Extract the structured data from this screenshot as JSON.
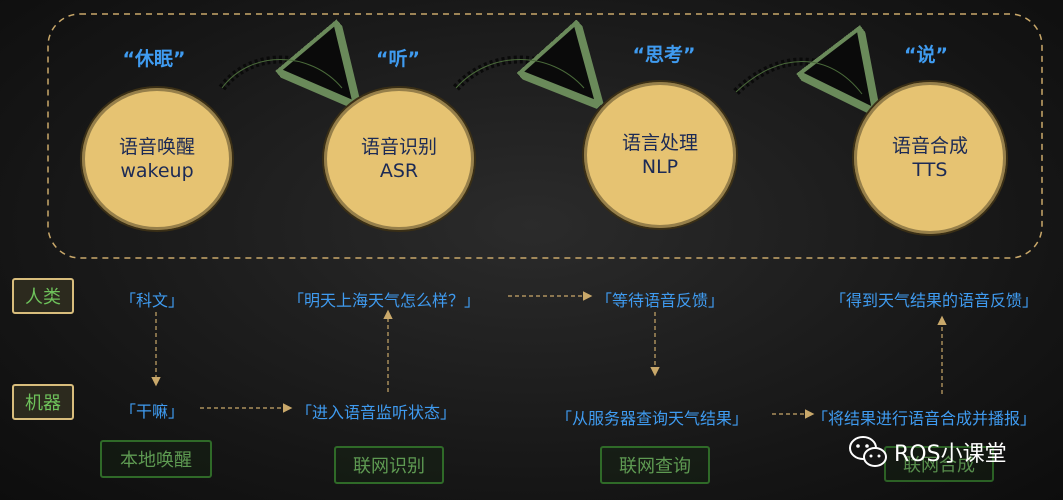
{
  "stages": [
    {
      "quote": "“休眠”",
      "name": "语音唤醒",
      "sub": "wakeup"
    },
    {
      "quote": "“听”",
      "name": "语音识别",
      "sub": "ASR"
    },
    {
      "quote": "“思考”",
      "name": "语言处理",
      "sub": "NLP"
    },
    {
      "quote": "“说”",
      "name": "语音合成",
      "sub": "TTS"
    }
  ],
  "rows": {
    "human": "人类",
    "machine": "机器"
  },
  "human_steps": [
    "「科文」",
    "「明天上海天气怎么样？」",
    "「等待语音反馈」",
    "「得到天气结果的语音反馈」"
  ],
  "machine_steps": [
    "「干嘛」",
    "「进入语音监听状态」",
    "「从服务器查询天气结果」",
    "「将结果进行语音合成并播报」"
  ],
  "modes": [
    "本地唤醒",
    "联网识别",
    "联网查询",
    "联网合成"
  ],
  "watermark": "ROS小课堂",
  "colors": {
    "circle_fill": "#e6c372",
    "quote_blue": "#3f9bf0",
    "tag_green": "#6ec25b",
    "mode_green": "#2f6a28"
  }
}
